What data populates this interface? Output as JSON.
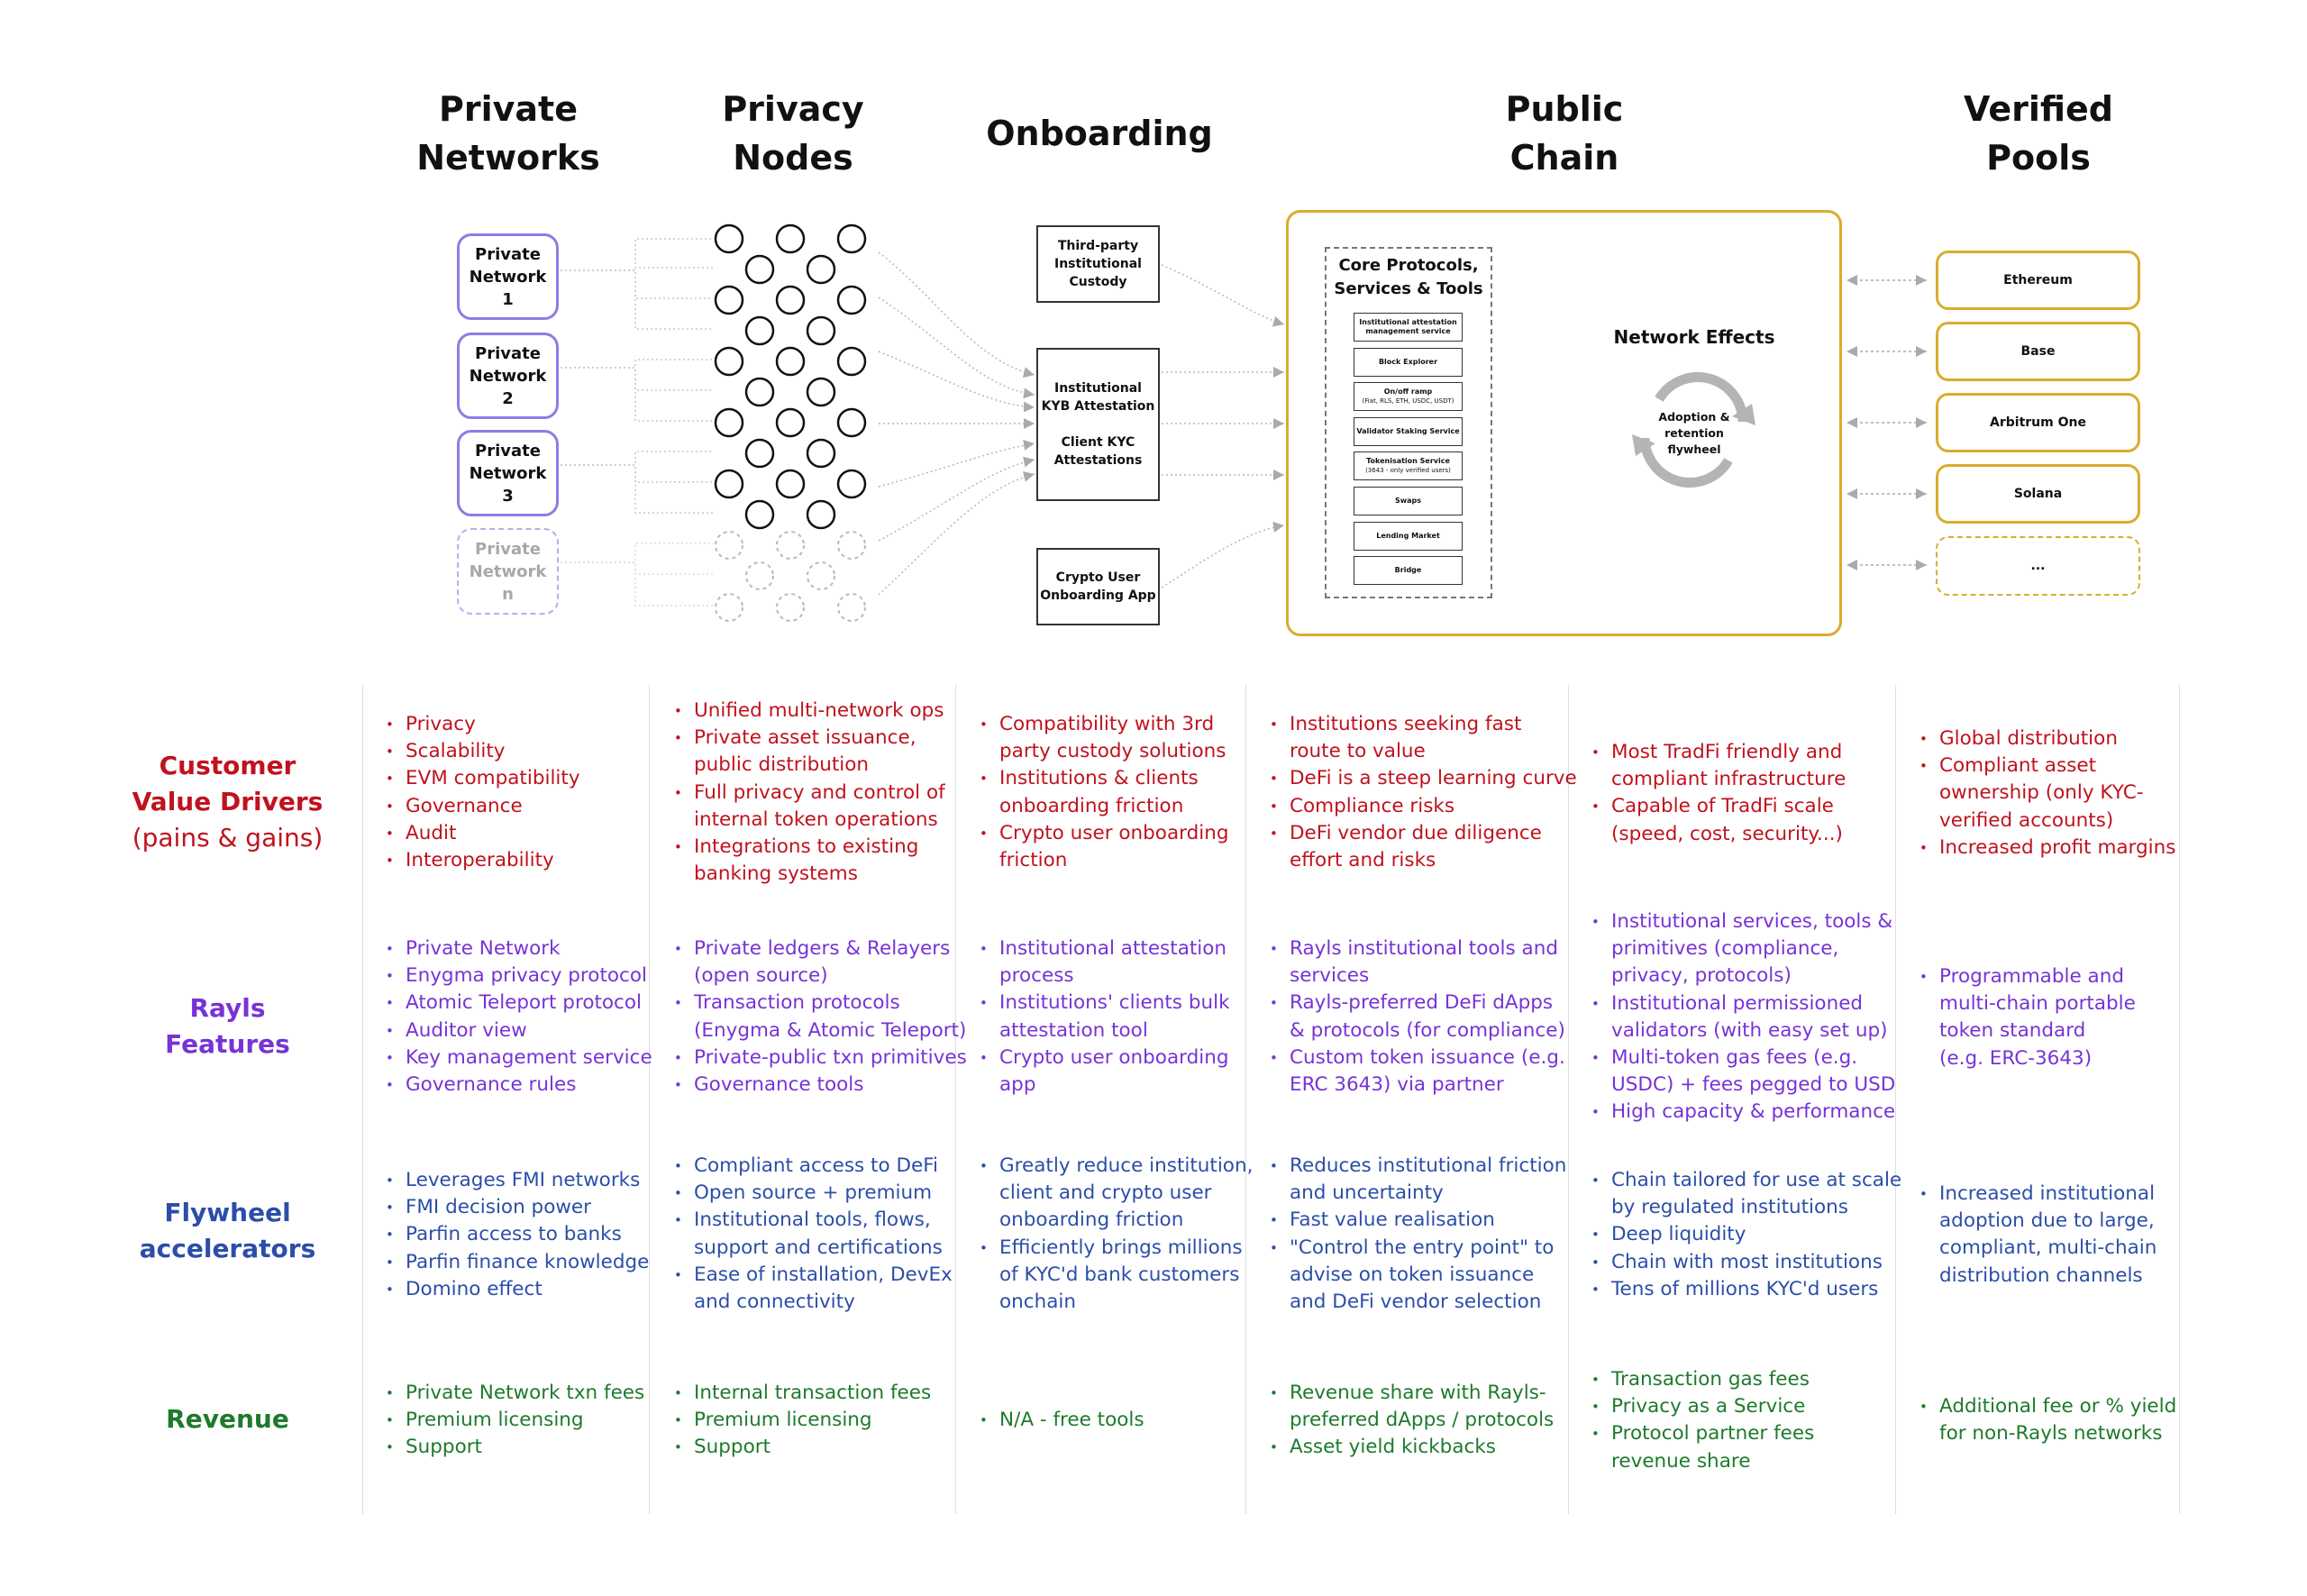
{
  "columns": [
    {
      "title": "Private\nNetworks"
    },
    {
      "title": "Privacy\nNodes"
    },
    {
      "title": "Onboarding"
    },
    {
      "title": "Public\nChain"
    },
    {
      "title": "Verified\nPools"
    }
  ],
  "private_networks": [
    {
      "label": "Private\nNetwork\n1"
    },
    {
      "label": "Private\nNetwork\n2"
    },
    {
      "label": "Private\nNetwork\n3"
    },
    {
      "label": "Private\nNetwork\nn"
    }
  ],
  "onboarding_boxes": [
    {
      "label": "Third-party\nInstitutional\nCustody"
    },
    {
      "label": "Institutional\nKYB Attestation\n\nClient KYC\nAttestations"
    },
    {
      "label": "Crypto User\nOnboarding App"
    }
  ],
  "public_chain": {
    "core_title": "Core Protocols,\nServices & Tools",
    "tools": [
      {
        "label": "Institutional attestation\nmanagement service",
        "sub": ""
      },
      {
        "label": "Block Explorer",
        "sub": ""
      },
      {
        "label": "On/off ramp",
        "sub": "(Fiat, RLS, ETH, USDC, USDT)"
      },
      {
        "label": "Validator Staking Service",
        "sub": ""
      },
      {
        "label": "Tokenisation Service",
        "sub": "(3643 - only verified users)"
      },
      {
        "label": "Swaps",
        "sub": ""
      },
      {
        "label": "Lending Market",
        "sub": ""
      },
      {
        "label": "Bridge",
        "sub": ""
      }
    ],
    "network_effects_title": "Network Effects",
    "flywheel_label": "Adoption &\nretention\nflywheel"
  },
  "verified_pools": [
    {
      "label": "Ethereum"
    },
    {
      "label": "Base"
    },
    {
      "label": "Arbitrum One"
    },
    {
      "label": "Solana"
    },
    {
      "label": "..."
    }
  ],
  "colors": {
    "private_network_border": "#8a7ee6",
    "public_chain_border": "#d9ac2c",
    "value_drivers": "#c0121e",
    "features": "#7733d6",
    "accelerators": "#2b4ea8",
    "revenue": "#1e7a2c"
  },
  "rows": [
    {
      "title": "Customer\nValue Drivers",
      "subtitle": "(pains & gains)",
      "cells": [
        [
          "Privacy",
          "Scalability",
          "EVM compatibility",
          "Governance",
          "Audit",
          "Interoperability"
        ],
        [
          "Unified multi-network ops",
          "Private asset issuance,\npublic distribution",
          "Full privacy and control of\ninternal token operations",
          "Integrations to existing\nbanking systems"
        ],
        [
          "Compatibility with 3rd\nparty custody solutions",
          "Institutions & clients\nonboarding friction",
          "Crypto user onboarding\nfriction"
        ],
        [
          "Institutions seeking fast\nroute to value",
          "DeFi is a steep learning curve",
          "Compliance risks",
          "DeFi vendor due diligence\neffort and risks"
        ],
        [
          "Most TradFi friendly and\ncompliant infrastructure",
          "Capable of TradFi scale\n(speed, cost, security...)"
        ],
        [
          "Global distribution",
          "Compliant asset\nownership (only KYC-\nverified accounts)",
          "Increased profit margins"
        ]
      ]
    },
    {
      "title": "Rayls\nFeatures",
      "subtitle": "",
      "cells": [
        [
          "Private Network",
          "Enygma privacy protocol",
          "Atomic Teleport protocol",
          "Auditor view",
          "Key management service",
          "Governance rules"
        ],
        [
          "Private ledgers & Relayers\n(open source)",
          "Transaction protocols\n(Enygma & Atomic Teleport)",
          "Private-public txn primitives",
          "Governance tools"
        ],
        [
          "Institutional attestation\nprocess",
          "Institutions' clients bulk\nattestation tool",
          "Crypto user onboarding\napp"
        ],
        [
          "Rayls institutional tools and\nservices",
          "Rayls-preferred DeFi dApps\n& protocols (for compliance)",
          "Custom token issuance (e.g.\nERC 3643) via partner"
        ],
        [
          "Institutional services, tools &\nprimitives (compliance,\nprivacy, protocols)",
          "Institutional permissioned\nvalidators (with easy set up)",
          "Multi-token gas fees (e.g.\nUSDC) + fees pegged to USD",
          "High capacity & performance"
        ],
        [
          "Programmable and\nmulti-chain portable\ntoken standard\n(e.g. ERC-3643)"
        ]
      ]
    },
    {
      "title": "Flywheel\naccelerators",
      "subtitle": "",
      "cells": [
        [
          "Leverages FMI networks",
          "FMI decision power",
          "Parfin access to banks",
          "Parfin finance knowledge",
          "Domino effect"
        ],
        [
          "Compliant access to DeFi",
          "Open source + premium",
          "Institutional tools, flows,\nsupport and certifications",
          "Ease of installation, DevEx\nand connectivity"
        ],
        [
          "Greatly reduce institution,\nclient and crypto user\nonboarding friction",
          "Efficiently brings millions\nof KYC'd bank customers\nonchain"
        ],
        [
          "Reduces institutional friction\nand uncertainty",
          "Fast value realisation",
          "\"Control the entry point\" to\nadvise on token issuance\nand DeFi vendor selection"
        ],
        [
          "Chain tailored for use at scale\nby regulated institutions",
          "Deep liquidity",
          "Chain with most institutions",
          "Tens of millions KYC'd users"
        ],
        [
          "Increased institutional\nadoption due to large,\ncompliant, multi-chain\ndistribution channels"
        ]
      ]
    },
    {
      "title": "Revenue",
      "subtitle": "",
      "cells": [
        [
          "Private Network txn fees",
          "Premium licensing",
          "Support"
        ],
        [
          "Internal transaction fees",
          "Premium licensing",
          "Support"
        ],
        [
          "N/A - free tools"
        ],
        [
          "Revenue share with Rayls-\npreferred dApps / protocols",
          "Asset yield kickbacks"
        ],
        [
          "Transaction gas fees",
          "Privacy as a Service",
          "Protocol partner fees\nrevenue share"
        ],
        [
          "Additional fee or % yield\nfor non-Rayls networks"
        ]
      ]
    }
  ]
}
